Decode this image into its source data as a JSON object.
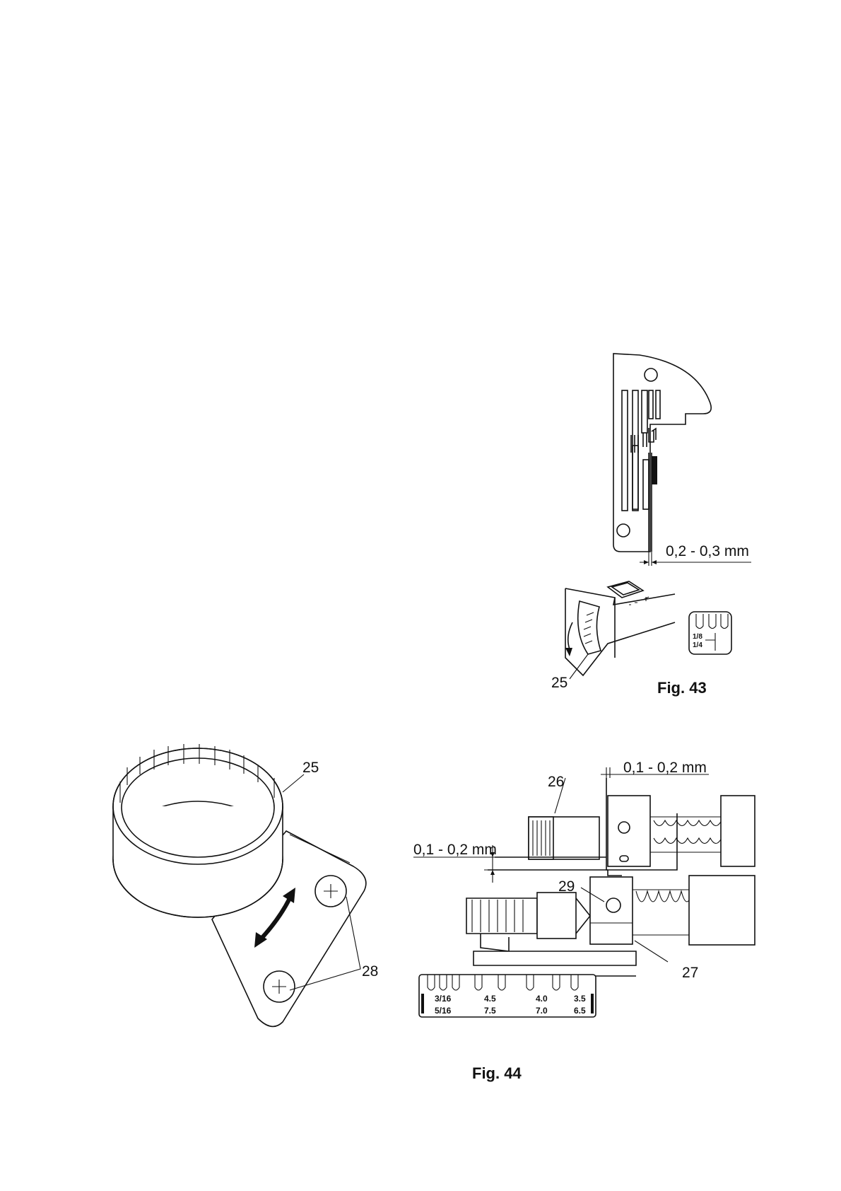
{
  "fig43": {
    "caption": "Fig. 43",
    "gap_label": "0,2 - 0,3 mm",
    "dial_ref": "25",
    "scale_marks": [
      "1/8",
      "1/4"
    ]
  },
  "fig44": {
    "caption": "Fig. 44",
    "dial_ref": "25",
    "screws_ref": "28",
    "part26": "26",
    "part27": "27",
    "part29": "29",
    "gap_top": "0,1 - 0,2 mm",
    "gap_left": "0,1 - 0,2 mm",
    "scale_row1": [
      "3/16",
      "4.5",
      "4.0",
      "3.5"
    ],
    "scale_row2": [
      "5/16",
      "7.5",
      "7.0",
      "6.5"
    ]
  }
}
